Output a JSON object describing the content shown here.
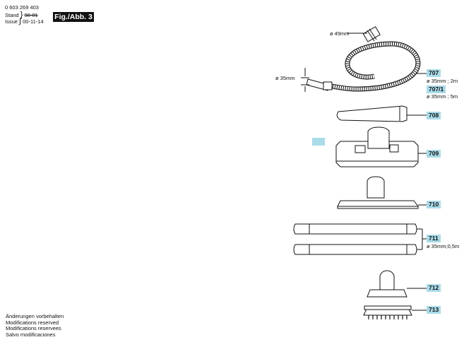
{
  "header": {
    "part_number": "0 603 269 403",
    "stand_label": "Stand",
    "stand_old": "98-01",
    "issue_label": "Issue",
    "issue_date": "00-11-14",
    "figure_label": "Fig./Abb. 3"
  },
  "dimensions": {
    "hose_end_diameter": "ø 49mm",
    "hose_start_diameter": "ø 35mm"
  },
  "parts": [
    {
      "number": "707",
      "spec": "ø 35mm ; 2m"
    },
    {
      "number": "707/1",
      "spec": "ø 35mm ; 5m"
    },
    {
      "number": "708",
      "spec": ""
    },
    {
      "number": "709",
      "spec": ""
    },
    {
      "number": "710",
      "spec": ""
    },
    {
      "number": "711",
      "spec": "ø 35mm;0,5m"
    },
    {
      "number": "712",
      "spec": ""
    },
    {
      "number": "713",
      "spec": ""
    }
  ],
  "footer": {
    "lines": [
      "Änderungen vorbehalten",
      "Modifications reserved",
      "Modifications reservees",
      "Salvo modificaciones"
    ]
  },
  "colors": {
    "tag_background": "#a9dbe8",
    "marker_background": "#a9dbe8"
  }
}
